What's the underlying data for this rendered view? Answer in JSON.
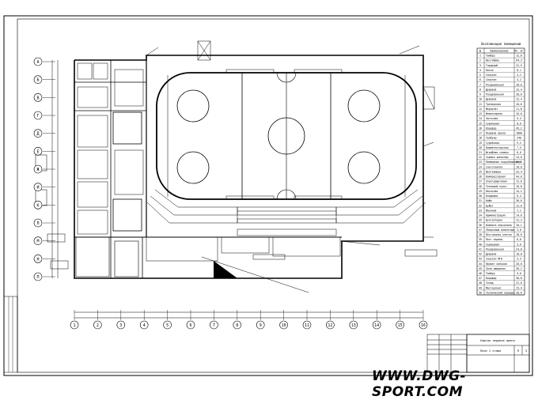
{
  "watermark": "WWW.DWG-SPORT.COM",
  "legend": {
    "title": "Экспликация помещений",
    "col_num": "№",
    "col_name": "Наименование",
    "col_area": "Пл. м²",
    "rows": [
      {
        "num": "1",
        "name": "Тамбур",
        "area": "12,0"
      },
      {
        "num": "2",
        "name": "Вестибюль",
        "area": "64,3"
      },
      {
        "num": "3",
        "name": "Гардероб",
        "area": "22,5"
      },
      {
        "num": "4",
        "name": "Касса",
        "area": "8,1"
      },
      {
        "num": "5",
        "name": "Санузел",
        "area": "4,2"
      },
      {
        "num": "6",
        "name": "Санузел",
        "area": "4,2"
      },
      {
        "num": "7",
        "name": "Раздевальная",
        "area": "28,0"
      },
      {
        "num": "8",
        "name": "Душевая",
        "area": "12,4"
      },
      {
        "num": "9",
        "name": "Раздевальная",
        "area": "28,0"
      },
      {
        "num": "10",
        "name": "Душевая",
        "area": "12,4"
      },
      {
        "num": "11",
        "name": "Тренерская",
        "area": "10,6"
      },
      {
        "num": "12",
        "name": "Медпункт",
        "area": "11,8"
      },
      {
        "num": "13",
        "name": "Инвентарная",
        "area": "16,0"
      },
      {
        "num": "14",
        "name": "Заточная",
        "area": "9,4"
      },
      {
        "num": "15",
        "name": "Сушильная",
        "area": "8,6"
      },
      {
        "num": "16",
        "name": "Коридор",
        "area": "45,2"
      },
      {
        "num": "17",
        "name": "Ледовая арена",
        "area": "1800"
      },
      {
        "num": "18",
        "name": "Трибуны",
        "area": "240"
      },
      {
        "num": "19",
        "name": "Судейская",
        "area": "9,2"
      },
      {
        "num": "20",
        "name": "Комментаторская",
        "area": "7,5"
      },
      {
        "num": "21",
        "name": "Штрафная скамья",
        "area": "6,0"
      },
      {
        "num": "22",
        "name": "Скамья запасных",
        "area": "14,0"
      },
      {
        "num": "23",
        "name": "Помещение льдоуборочной",
        "area": "86,0"
      },
      {
        "num": "24",
        "name": "Снеготаялка",
        "area": "18,0"
      },
      {
        "num": "25",
        "name": "Венткамера",
        "area": "32,4"
      },
      {
        "num": "26",
        "name": "Компрессорная",
        "area": "44,0"
      },
      {
        "num": "27",
        "name": "Электрощитовая",
        "area": "12,0"
      },
      {
        "num": "28",
        "name": "Тепловой пункт",
        "area": "16,8"
      },
      {
        "num": "29",
        "name": "Насосная",
        "area": "14,2"
      },
      {
        "num": "30",
        "name": "Кладовая",
        "area": "6,4"
      },
      {
        "num": "31",
        "name": "Кафе",
        "area": "38,0"
      },
      {
        "num": "32",
        "name": "Буфет",
        "area": "12,0"
      },
      {
        "num": "33",
        "name": "Моечная",
        "area": "7,2"
      },
      {
        "num": "34",
        "name": "Администрация",
        "area": "14,6"
      },
      {
        "num": "35",
        "name": "Бухгалтерия",
        "area": "12,3"
      },
      {
        "num": "36",
        "name": "Комната персонала",
        "area": "10,1"
      },
      {
        "num": "37",
        "name": "Уборочный инвентарь",
        "area": "3,8"
      },
      {
        "num": "38",
        "name": "Лестничная клетка",
        "area": "18,0"
      },
      {
        "num": "39",
        "name": "Пост охраны",
        "area": "6,8"
      },
      {
        "num": "40",
        "name": "Серверная",
        "area": "5,6"
      },
      {
        "num": "41",
        "name": "Раздевальная",
        "area": "24,0"
      },
      {
        "num": "42",
        "name": "Душевая",
        "area": "10,0"
      },
      {
        "num": "43",
        "name": "Санузел МГН",
        "area": "5,4"
      },
      {
        "num": "44",
        "name": "Прокат коньков",
        "area": "20,0"
      },
      {
        "num": "45",
        "name": "Зона ожидания",
        "area": "30,2"
      },
      {
        "num": "46",
        "name": "Тамбур",
        "area": "9,0"
      },
      {
        "num": "47",
        "name": "Коридор",
        "area": "36,8"
      },
      {
        "num": "48",
        "name": "Склад",
        "area": "22,0"
      },
      {
        "num": "49",
        "name": "Мастерская",
        "area": "15,4"
      },
      {
        "num": "50",
        "name": "Технический коридор",
        "area": "28,6"
      }
    ]
  },
  "axes": {
    "bottom": [
      "1",
      "2",
      "3",
      "4",
      "5",
      "6",
      "7",
      "8",
      "9",
      "10",
      "11",
      "12",
      "13",
      "14",
      "15",
      "16"
    ],
    "left": [
      "А",
      "Б",
      "В",
      "Г",
      "Д",
      "Е",
      "Ж",
      "И",
      "К",
      "Л",
      "М",
      "Н",
      "П"
    ]
  },
  "title_block": {
    "project": "Крытая ледовая арена",
    "sheet_name": "План 1 этажа",
    "stage": "П",
    "sheet": "3"
  }
}
